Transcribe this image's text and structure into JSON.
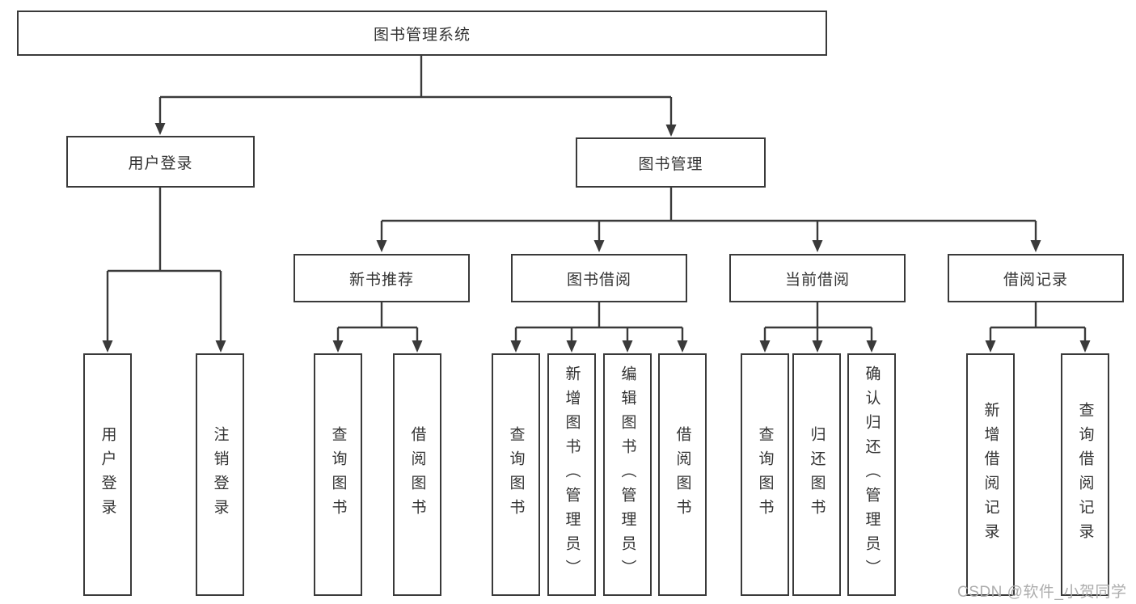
{
  "diagram": {
    "root": {
      "label": "图书管理系统"
    },
    "level2": [
      {
        "label": "用户登录"
      },
      {
        "label": "图书管理"
      }
    ],
    "level3": [
      {
        "label": "新书推荐"
      },
      {
        "label": "图书借阅"
      },
      {
        "label": "当前借阅"
      },
      {
        "label": "借阅记录"
      }
    ],
    "leaves": [
      {
        "label": "用户登录"
      },
      {
        "label": "注销登录"
      },
      {
        "label": "查询图书"
      },
      {
        "label": "借阅图书"
      },
      {
        "label": "查询图书"
      },
      {
        "label": "新增图书（管理员）"
      },
      {
        "label": "编辑图书（管理员）"
      },
      {
        "label": "借阅图书"
      },
      {
        "label": "查询图书"
      },
      {
        "label": "归还图书"
      },
      {
        "label": "确认归还（管理员）"
      },
      {
        "label": "新增借阅记录"
      },
      {
        "label": "查询借阅记录"
      }
    ]
  },
  "watermark": {
    "text": "CSDN @软件_小贺同学"
  },
  "colors": {
    "line": "#3a3a3a",
    "box_border": "#3a3a3a",
    "box_background": "#ffffff",
    "text": "#333333",
    "watermark": "#adadad",
    "page_background": "#ffffff"
  }
}
